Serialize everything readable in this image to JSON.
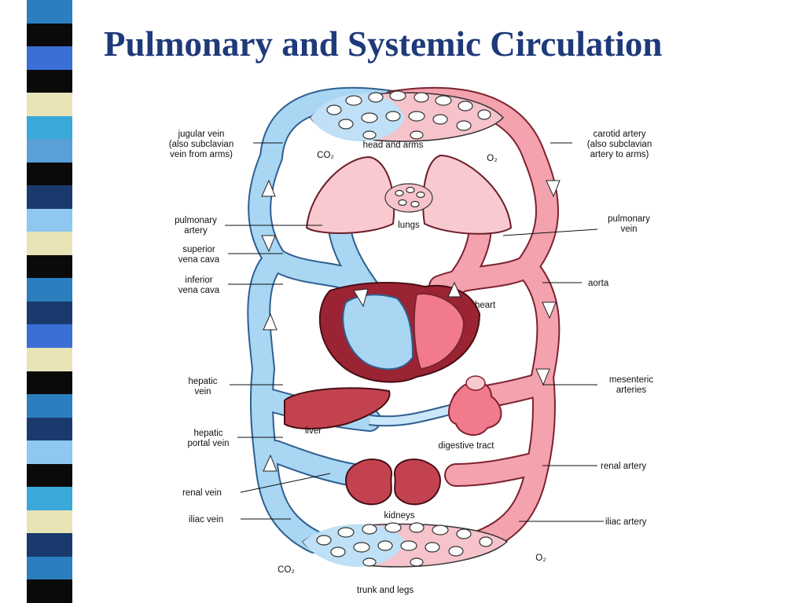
{
  "title": "Pulmonary and Systemic Circulation",
  "stripe_colors": [
    "#2b7fbf",
    "#0a0a0a",
    "#3a6fd6",
    "#0a0a0a",
    "#e8e4b8",
    "#3aa8d8",
    "#5aa0d8",
    "#0a0a0a",
    "#1a3a6e",
    "#8ec7f0",
    "#e8e4b8",
    "#0a0a0a",
    "#2b7fbf",
    "#1a3a6e",
    "#3a6fd6",
    "#e8e4b8",
    "#0a0a0a",
    "#2b7fbf",
    "#1a3a6e",
    "#8ec7f0",
    "#0a0a0a",
    "#3aa8d8",
    "#e8e4b8",
    "#1a3a6e",
    "#2b7fbf",
    "#0a0a0a"
  ],
  "colors": {
    "title": "#1f3a7a",
    "vein": "#a9d6f3",
    "artery": "#f3a2ae",
    "organ": "#c2434f"
  },
  "labels": {
    "jugular_vein": [
      "jugular vein",
      "(also subclavian",
      "vein from arms)"
    ],
    "carotid_artery": [
      "carotid artery",
      "(also subclavian",
      "artery to arms)"
    ],
    "head_and_arms": "head and arms",
    "co2_top": "CO₂",
    "o2_top": "O₂",
    "lungs": "lungs",
    "pulmonary_artery": [
      "pulmonary",
      "artery"
    ],
    "pulmonary_vein": [
      "pulmonary",
      "vein"
    ],
    "superior_vena_cava": [
      "superior",
      "vena cava"
    ],
    "inferior_vena_cava": [
      "inferior",
      "vena cava"
    ],
    "aorta": "aorta",
    "heart": "heart",
    "hepatic_vein": [
      "hepatic",
      "vein"
    ],
    "mesenteric_arteries": [
      "mesenteric",
      "arteries"
    ],
    "liver": "liver",
    "hepatic_portal_vein": [
      "hepatic",
      "portal vein"
    ],
    "digestive_tract": "digestive tract",
    "renal_artery": "renal artery",
    "renal_vein": "renal vein",
    "kidneys": "kidneys",
    "iliac_vein": "iliac vein",
    "iliac_artery": "iliac artery",
    "co2_bottom": "CO₂",
    "o2_bottom": "O₂",
    "trunk_and_legs": "trunk and legs"
  }
}
